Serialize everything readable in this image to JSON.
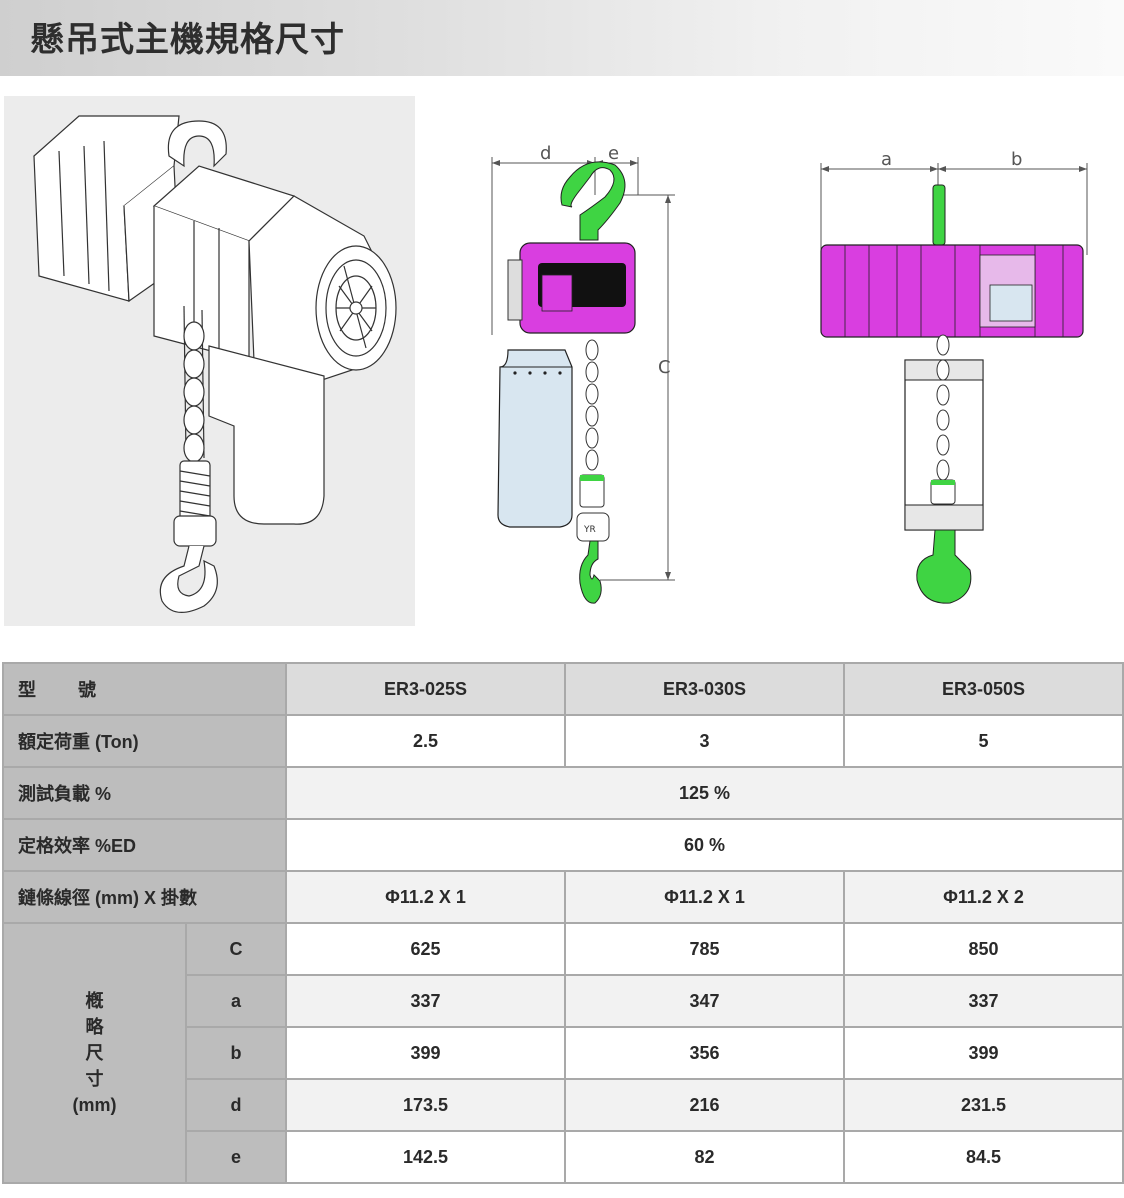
{
  "title": "懸吊式主機規格尺寸",
  "colors": {
    "magenta": "#d93ee0",
    "green": "#3fd443",
    "label_bg": "#bdbdbd",
    "header_bg": "#dcdcdc"
  },
  "drawings": {
    "front_dims": {
      "d": "d",
      "e": "e",
      "C": "C"
    },
    "side_dims": {
      "a": "a",
      "b": "b"
    },
    "chain_block_mark": "YR"
  },
  "table": {
    "model_label_1": "型",
    "model_label_2": "號",
    "models": [
      "ER3-025S",
      "ER3-030S",
      "ER3-050S"
    ],
    "capacity_label": "額定荷重 (Ton)",
    "capacity": [
      "2.5",
      "3",
      "5"
    ],
    "test_load_label": "測試負載 %",
    "test_load": "125 %",
    "duty_label": "定格效率 %ED",
    "duty": "60 %",
    "chain_label": "鏈條線徑 (mm) X 掛數",
    "chain": [
      "Φ11.2 X 1",
      "Φ11.2 X 1",
      "Φ11.2 X 2"
    ],
    "dim_group_label": [
      "槪",
      "略",
      "尺",
      "寸",
      "(mm)"
    ],
    "dims": [
      {
        "key": "C",
        "values": [
          "625",
          "785",
          "850"
        ]
      },
      {
        "key": "a",
        "values": [
          "337",
          "347",
          "337"
        ]
      },
      {
        "key": "b",
        "values": [
          "399",
          "356",
          "399"
        ]
      },
      {
        "key": "d",
        "values": [
          "173.5",
          "216",
          "231.5"
        ]
      },
      {
        "key": "e",
        "values": [
          "142.5",
          "82",
          "84.5"
        ]
      }
    ]
  }
}
